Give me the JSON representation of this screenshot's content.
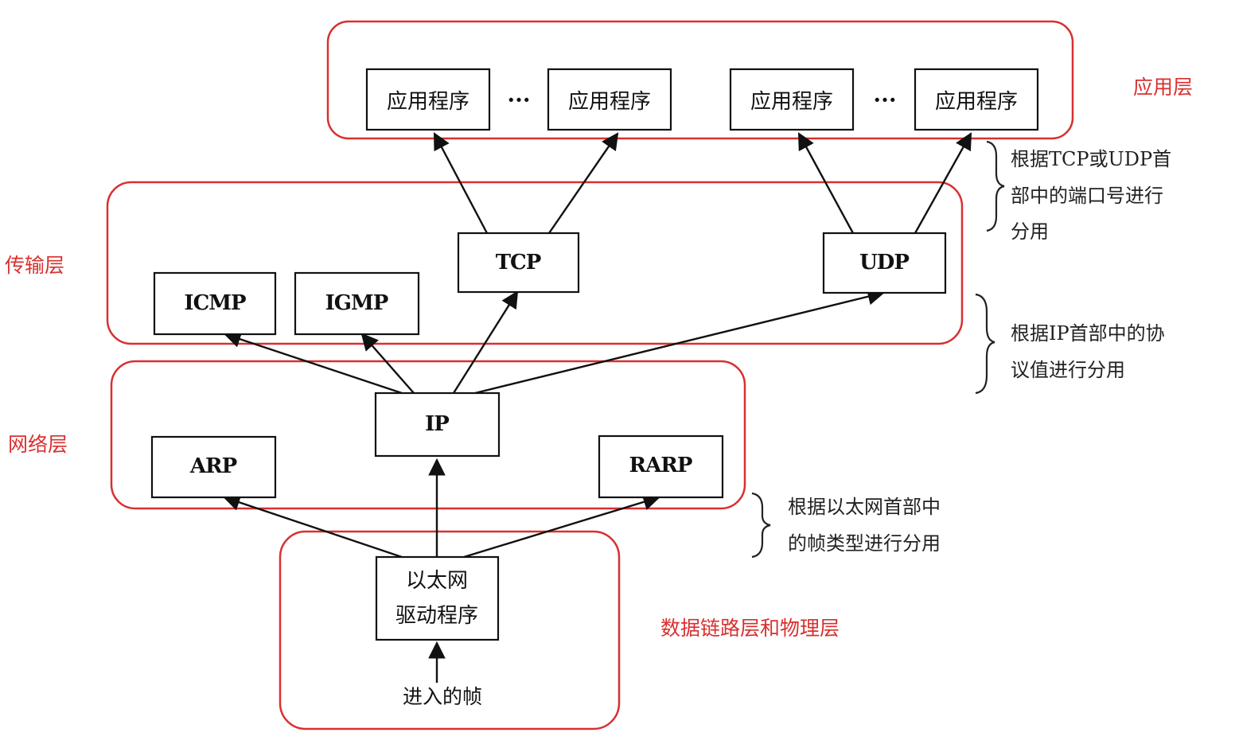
{
  "layers": {
    "application": "应用层",
    "transport": "传输层",
    "network": "网络层",
    "link": "数据链路层和物理层"
  },
  "nodes": {
    "app1": "应用程序",
    "app2": "应用程序",
    "app3": "应用程序",
    "app4": "应用程序",
    "ellipsis_left": "···",
    "ellipsis_right": "···",
    "tcp": "TCP",
    "udp": "UDP",
    "icmp": "ICMP",
    "igmp": "IGMP",
    "ip": "IP",
    "arp": "ARP",
    "rarp": "RARP",
    "driver_line1": "以太网",
    "driver_line2": "驱动程序",
    "incoming": "进入的帧"
  },
  "notes": {
    "port_demux": [
      "根据TCP或UDP首",
      "部中的端口号进行",
      "分用"
    ],
    "ip_demux": [
      "根据IP首部中的协",
      "议值进行分用"
    ],
    "eth_demux": [
      "根据以太网首部中",
      "的帧类型进行分用"
    ]
  }
}
